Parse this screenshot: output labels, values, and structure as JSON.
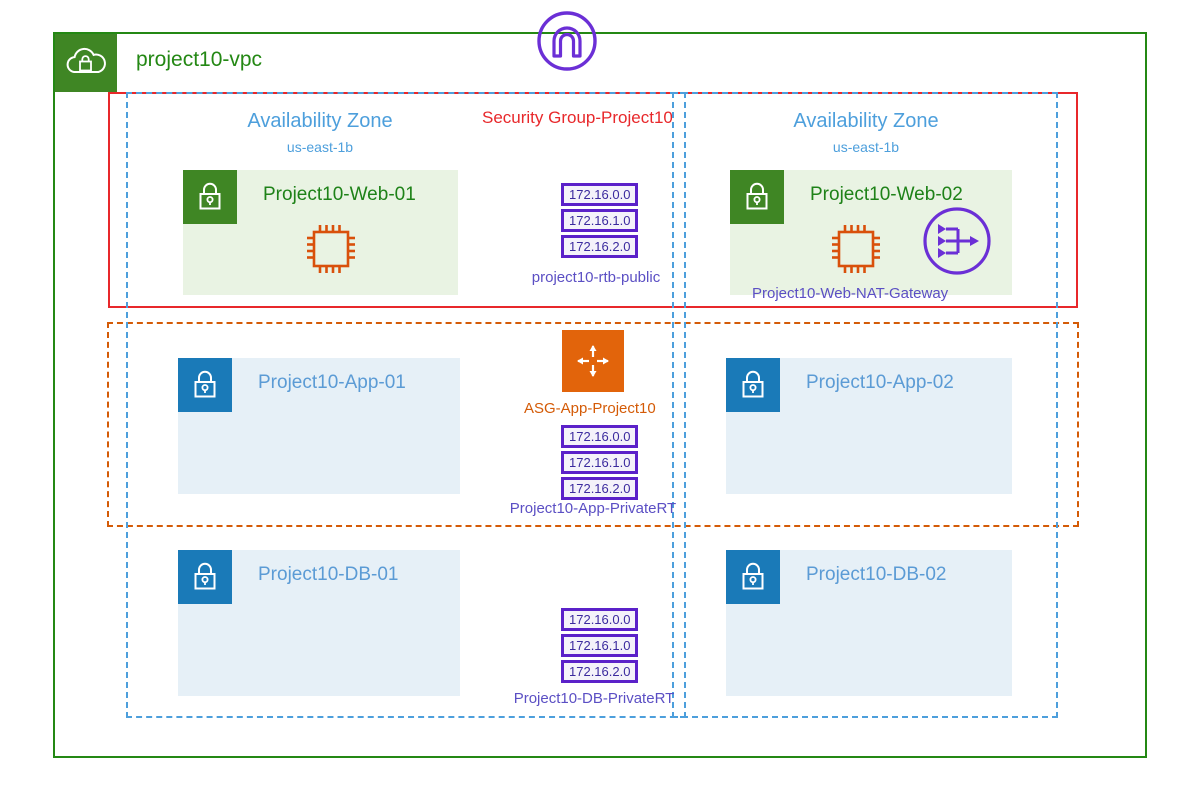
{
  "vpc": {
    "title": "project10-vpc",
    "icon": "vpc-cloud-lock-icon",
    "border_color": "#248814"
  },
  "internet_gateway": {
    "icon": "internet-gateway-icon",
    "color": "#6B2FD6"
  },
  "security_group": {
    "label": "Security Group-Project10",
    "color": "#E8282B"
  },
  "auto_scaling_group": {
    "label": "ASG-App-Project10",
    "icon": "auto-scaling-group-icon",
    "color": "#D45B07"
  },
  "availability_zones": [
    {
      "title": "Availability Zone",
      "subtitle": "us-east-1b"
    },
    {
      "title": "Availability Zone",
      "subtitle": "us-east-1b"
    }
  ],
  "subnets": {
    "web_01": {
      "label": "Project10-Web-01",
      "icon": "subnet-lock-icon",
      "instance_icon": "ec2-instance-icon"
    },
    "web_02": {
      "label": "Project10-Web-02",
      "icon": "subnet-lock-icon",
      "instance_icon": "ec2-instance-icon"
    },
    "app_01": {
      "label": "Project10-App-01",
      "icon": "subnet-lock-icon"
    },
    "app_02": {
      "label": "Project10-App-02",
      "icon": "subnet-lock-icon"
    },
    "db_01": {
      "label": "Project10-DB-01",
      "icon": "subnet-lock-icon"
    },
    "db_02": {
      "label": "Project10-DB-02",
      "icon": "subnet-lock-icon"
    }
  },
  "nat_gateway": {
    "label": "Project10-Web-NAT-Gateway",
    "icon": "nat-gateway-icon",
    "color": "#6B2FD6"
  },
  "route_tables": [
    {
      "name": "project10-rtb-public",
      "routes": [
        "172.16.0.0",
        "172.16.1.0",
        "172.16.2.0"
      ]
    },
    {
      "name": "Project10-App-PrivateRT",
      "routes": [
        "172.16.0.0",
        "172.16.1.0",
        "172.16.2.0"
      ]
    },
    {
      "name": "Project10-DB-PrivateRT",
      "routes": [
        "172.16.0.0",
        "172.16.1.0",
        "172.16.2.0"
      ]
    }
  ],
  "colors": {
    "vpc_green": "#248814",
    "subnet_green": "#3F8624",
    "subnet_blue": "#1A7AB8",
    "az_blue": "#4D9FDC",
    "security_red": "#E8282B",
    "asg_orange": "#D45B07",
    "route_purple": "#5B21C9"
  }
}
